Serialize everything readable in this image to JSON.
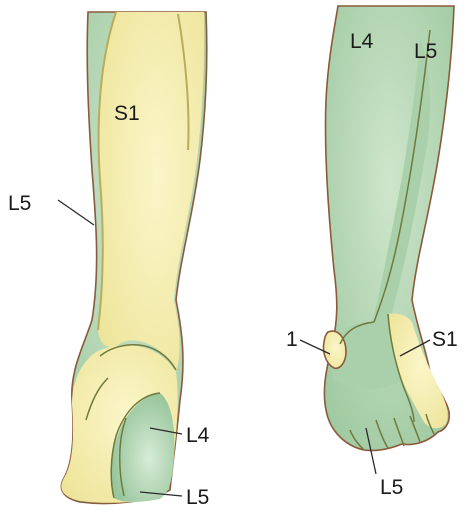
{
  "colors": {
    "dermatome_green": "#b9dab8",
    "dermatome_green_dark": "#8fbf93",
    "dermatome_yellow": "#f5efb0",
    "outline": "#8a5a3c"
  },
  "views": [
    {
      "id": "posterior",
      "labels": {
        "s1": "S1",
        "l5_calf": "L5",
        "l4_heel": "L4",
        "l5_heel": "L5"
      }
    },
    {
      "id": "anterior",
      "labels": {
        "l4": "L4",
        "l5_top": "L5",
        "marker": "1",
        "s1": "S1",
        "l5_foot": "L5"
      }
    }
  ]
}
